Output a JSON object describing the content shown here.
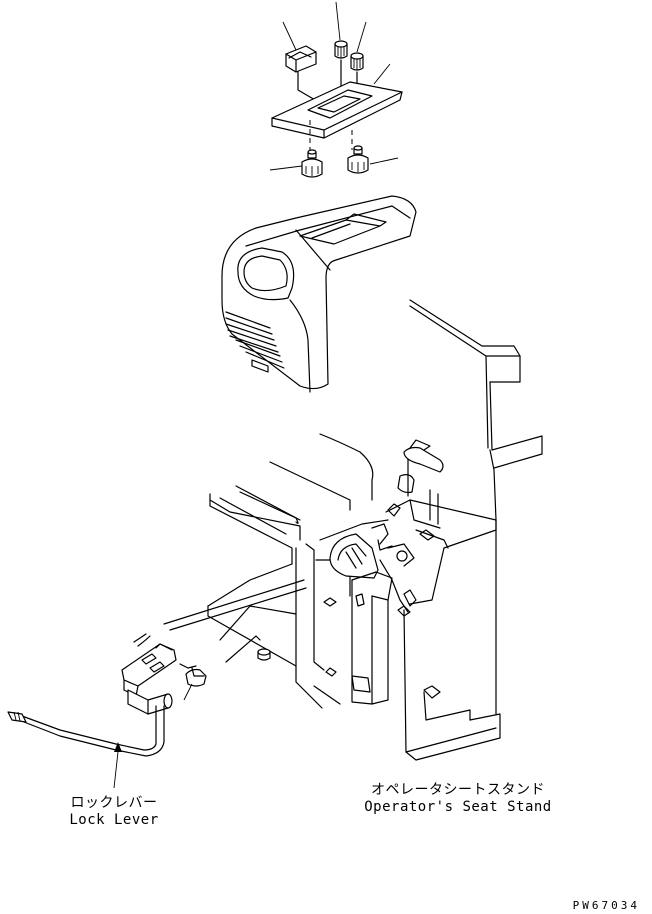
{
  "callouts": {
    "lock_lever_jp": "ロックレバー",
    "lock_lever_en": "Lock Lever",
    "seat_stand_jp": "オペレータシートスタンド",
    "seat_stand_en": "Operator's Seat Stand"
  },
  "drawing_code": "PW67034"
}
